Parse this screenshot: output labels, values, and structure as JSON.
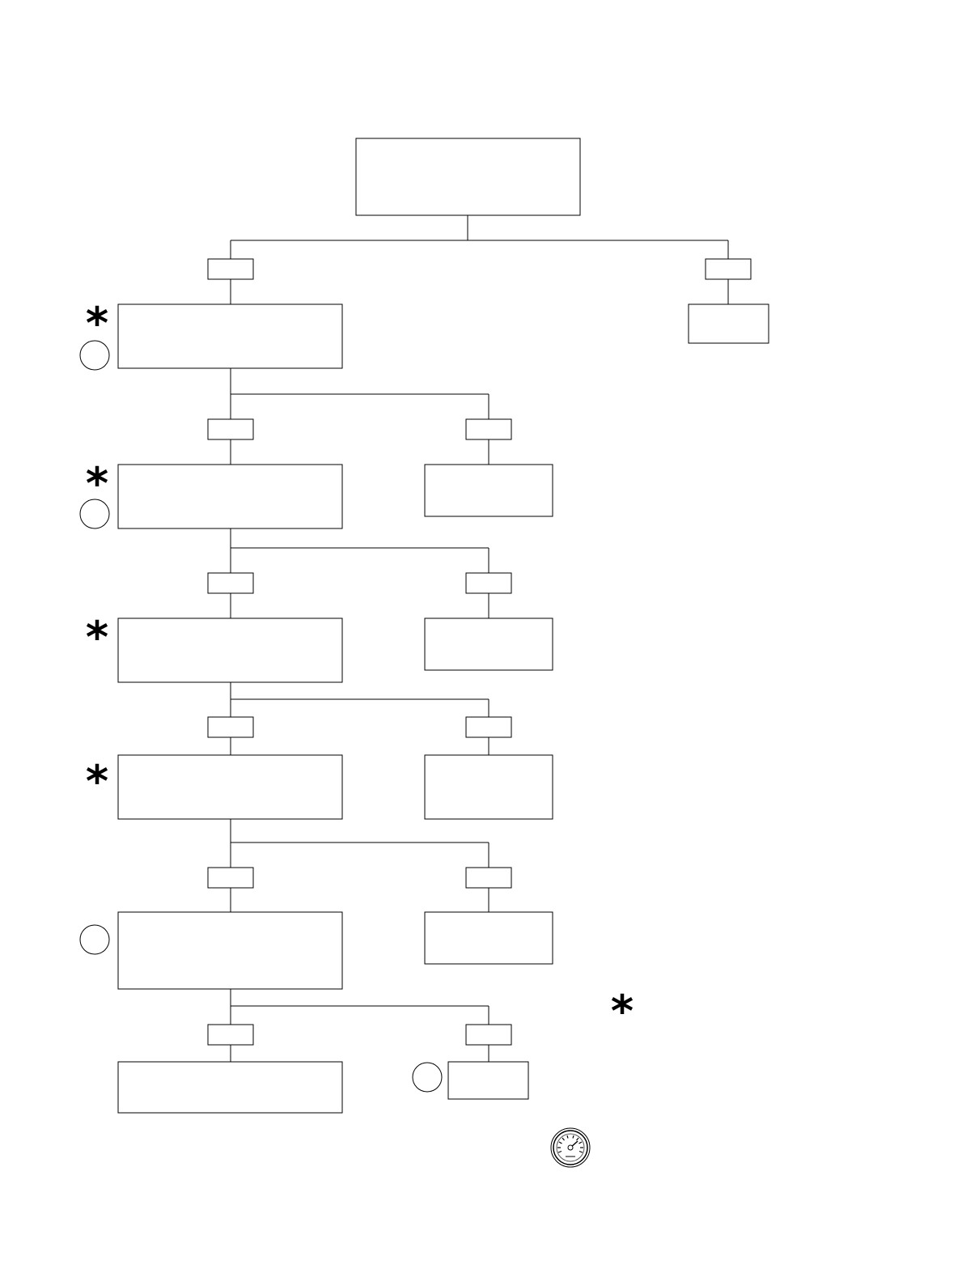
{
  "diagram": {
    "type": "decision-tree",
    "text": "",
    "colors": {
      "stroke": "#000000",
      "background": "#ffffff"
    },
    "nodes": [
      {
        "id": "root",
        "label": ""
      },
      {
        "id": "left-1",
        "label": ""
      },
      {
        "id": "right-1",
        "label": ""
      },
      {
        "id": "left-2",
        "label": ""
      },
      {
        "id": "right-2",
        "label": ""
      },
      {
        "id": "left-3",
        "label": ""
      },
      {
        "id": "right-3",
        "label": ""
      },
      {
        "id": "left-4",
        "label": ""
      },
      {
        "id": "right-4",
        "label": ""
      },
      {
        "id": "left-5",
        "label": ""
      },
      {
        "id": "right-5",
        "label": ""
      },
      {
        "id": "left-6",
        "label": ""
      },
      {
        "id": "right-6",
        "label": ""
      }
    ],
    "markers": {
      "asterisk_symbol": "*",
      "circle_symbol": "circle",
      "gauge_icon": "speedometer-icon"
    }
  }
}
